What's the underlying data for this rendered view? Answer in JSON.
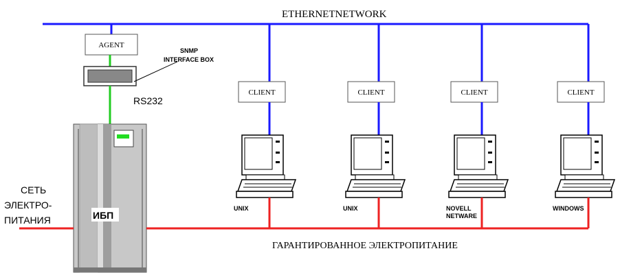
{
  "network_label": "ETHERNETNETWORK",
  "agent_label": "AGENT",
  "snmp_label_line1": "SNMP",
  "snmp_label_line2": "INTERFACE BOX",
  "rs232_label": "RS232",
  "mains_label_line1": "СЕТЬ",
  "mains_label_line2": "ЭЛЕКТРО-",
  "mains_label_line3": "ПИТАНИЯ",
  "ups_label": "ИБП",
  "power_label": "ГАРАНТИРОВАННОЕ ЭЛЕКТРОПИТАНИЕ",
  "clients": [
    {
      "box_label": "CLIENT",
      "os_label_1": "UNIX",
      "os_label_2": ""
    },
    {
      "box_label": "CLIENT",
      "os_label_1": "UNIX",
      "os_label_2": ""
    },
    {
      "box_label": "CLIENT",
      "os_label_1": "NOVELL",
      "os_label_2": "NETWARE"
    },
    {
      "box_label": "CLIENT",
      "os_label_1": "WINDOWS",
      "os_label_2": ""
    }
  ],
  "colors": {
    "network": "#1a1aff",
    "serial": "#22cc22",
    "power": "#ee2222",
    "ups_body": "#c8c8c8",
    "ups_stripe": "#a8a8a8",
    "display": "#22dd22"
  }
}
